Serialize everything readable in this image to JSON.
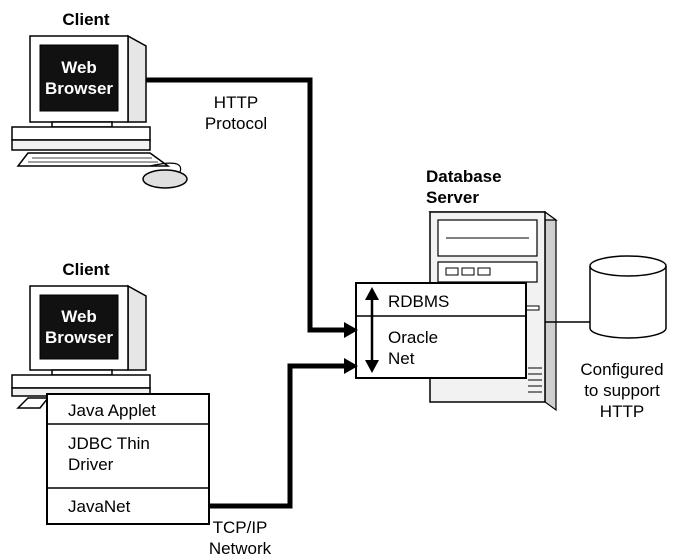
{
  "client_top": {
    "title": "Client",
    "screen_line1": "Web",
    "screen_line2": "Browser"
  },
  "client_bottom": {
    "title": "Client",
    "screen_line1": "Web",
    "screen_line2": "Browser",
    "stack": {
      "layer1": "Java Applet",
      "layer2_line1": "JDBC Thin",
      "layer2_line2": "Driver",
      "layer3": "JavaNet"
    }
  },
  "connections": {
    "http_line1": "HTTP",
    "http_line2": "Protocol",
    "tcp_line1": "TCP/IP",
    "tcp_line2": "Network"
  },
  "server": {
    "title_line1": "Database",
    "title_line2": "Server",
    "layer1": "RDBMS",
    "layer2_line1": "Oracle",
    "layer2_line2": "Net"
  },
  "database": {
    "caption_line1": "Configured",
    "caption_line2": "to support",
    "caption_line3": "HTTP"
  }
}
